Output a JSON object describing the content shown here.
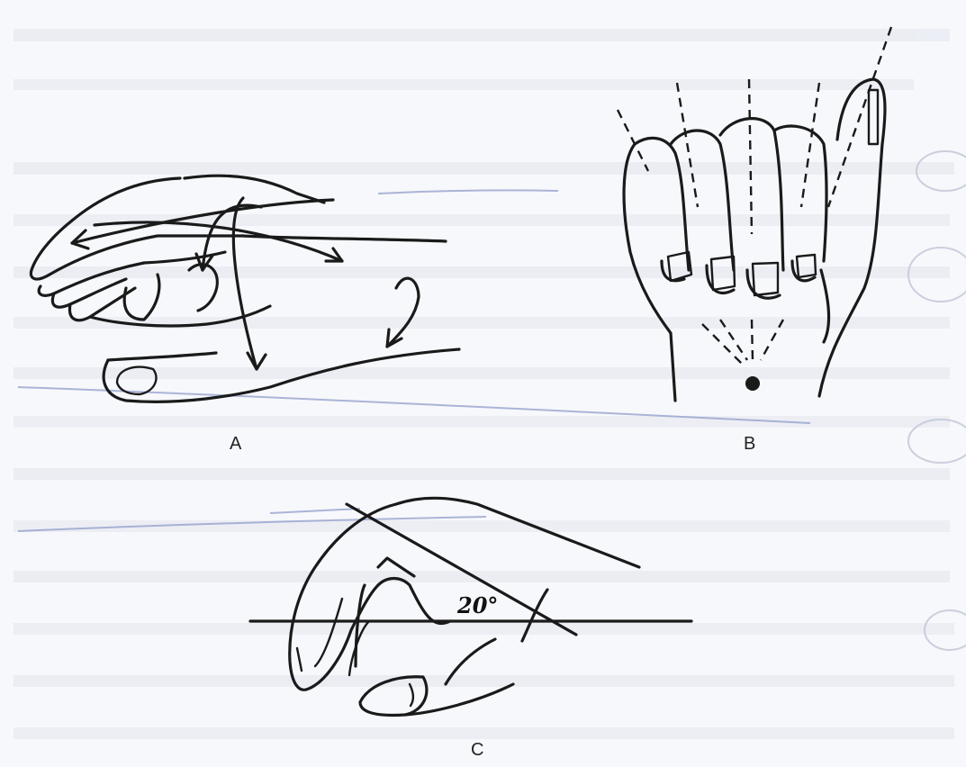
{
  "figure": {
    "panels": [
      {
        "id": "A",
        "label": "A"
      },
      {
        "id": "B",
        "label": "B"
      },
      {
        "id": "C",
        "label": "C"
      }
    ],
    "angle_annotation": "20°"
  }
}
